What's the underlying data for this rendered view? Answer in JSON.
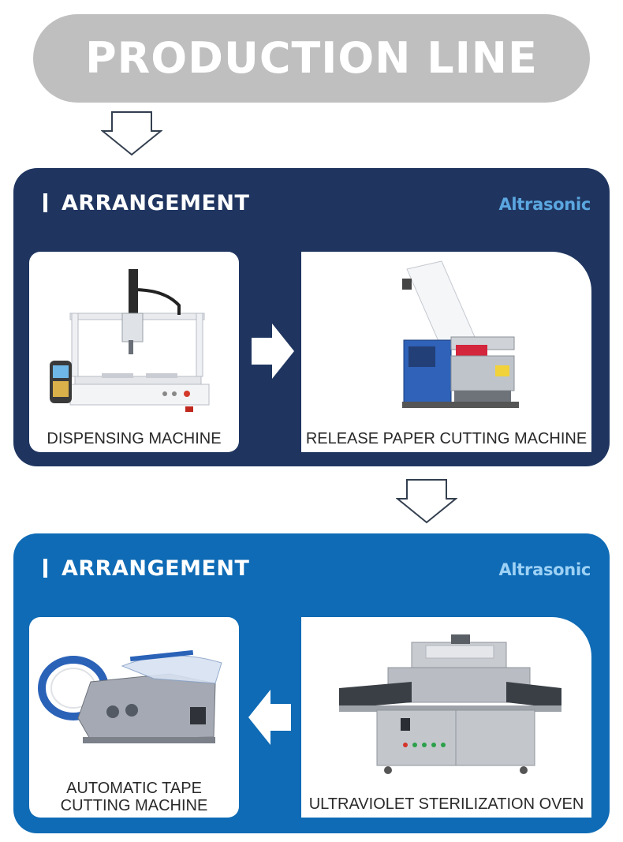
{
  "header": {
    "title": "PRODUCTION LINE"
  },
  "sections": [
    {
      "heading": "ARRANGEMENT",
      "brand": "Altrasonic",
      "cards": [
        {
          "label": "DISPENSING MACHINE"
        },
        {
          "label": "RELEASE PAPER CUTTING MACHINE"
        }
      ]
    },
    {
      "heading": "ARRANGEMENT",
      "brand": "Altrasonic",
      "cards": [
        {
          "label_line1": "AUTOMATIC TAPE",
          "label_line2": "CUTTING MACHINE"
        },
        {
          "label": "ULTRAVIOLET STERILIZATION OVEN"
        }
      ]
    }
  ],
  "colors": {
    "header_pill": "#bfbfbf",
    "panel_1": "#1f3560",
    "panel_2": "#0f6bb5",
    "brand_1": "#5ba7e0",
    "brand_2": "#9dd1f5"
  },
  "icons": [
    "down-arrow-icon",
    "right-arrow-icon",
    "left-arrow-icon"
  ]
}
